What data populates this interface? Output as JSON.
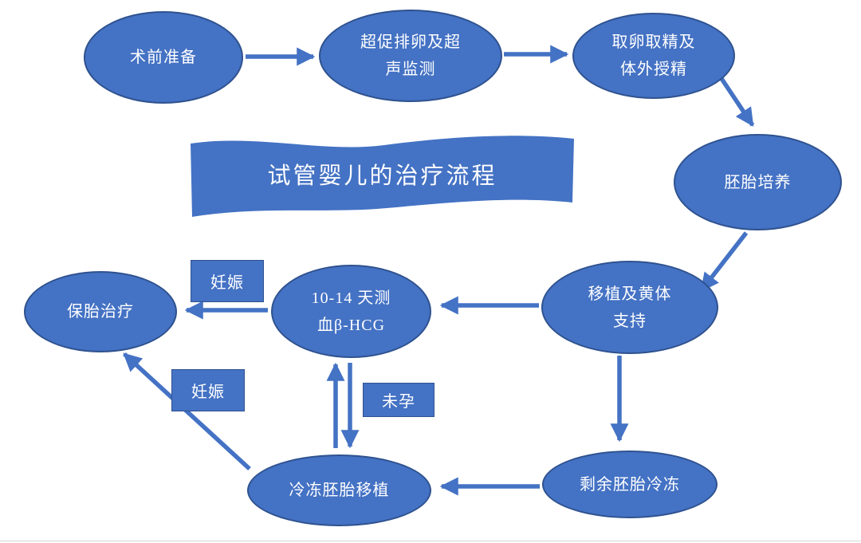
{
  "title": {
    "text": "试管婴儿的治疗流程"
  },
  "nodes": {
    "preop": {
      "label": "术前准备"
    },
    "stimulation": {
      "label": "超促排卵及超\n声监测"
    },
    "retrieval": {
      "label": "取卵取精及\n体外授精"
    },
    "culture": {
      "label": "胚胎培养"
    },
    "transfer": {
      "label": "移植及黄体\n支持"
    },
    "hcg": {
      "label": "10-14 天测\n血β-HCG"
    },
    "fetal_care": {
      "label": "保胎治疗"
    },
    "embryo_freeze": {
      "label": "剩余胚胎冷冻"
    },
    "frozen_transfer": {
      "label": "冷冻胚胎移植"
    }
  },
  "edge_labels": {
    "pregnant_top": "妊娠",
    "not_pregnant": "未孕",
    "pregnant_bottom": "妊娠"
  },
  "edges": [
    {
      "from": "preop",
      "to": "stimulation",
      "label": ""
    },
    {
      "from": "stimulation",
      "to": "retrieval",
      "label": ""
    },
    {
      "from": "retrieval",
      "to": "culture",
      "label": ""
    },
    {
      "from": "culture",
      "to": "transfer",
      "label": ""
    },
    {
      "from": "transfer",
      "to": "hcg",
      "label": ""
    },
    {
      "from": "hcg",
      "to": "fetal_care",
      "label": "妊娠"
    },
    {
      "from": "transfer",
      "to": "embryo_freeze",
      "label": ""
    },
    {
      "from": "embryo_freeze",
      "to": "frozen_transfer",
      "label": ""
    },
    {
      "from": "hcg",
      "to": "frozen_transfer",
      "label": "未孕",
      "bidirectional": true
    },
    {
      "from": "frozen_transfer",
      "to": "fetal_care",
      "label": "妊娠"
    }
  ],
  "colors": {
    "node_fill": "#4472c4",
    "node_border": "#2f528f",
    "arrow": "#4472c4",
    "text": "#ffffff",
    "background": "#ffffff"
  }
}
